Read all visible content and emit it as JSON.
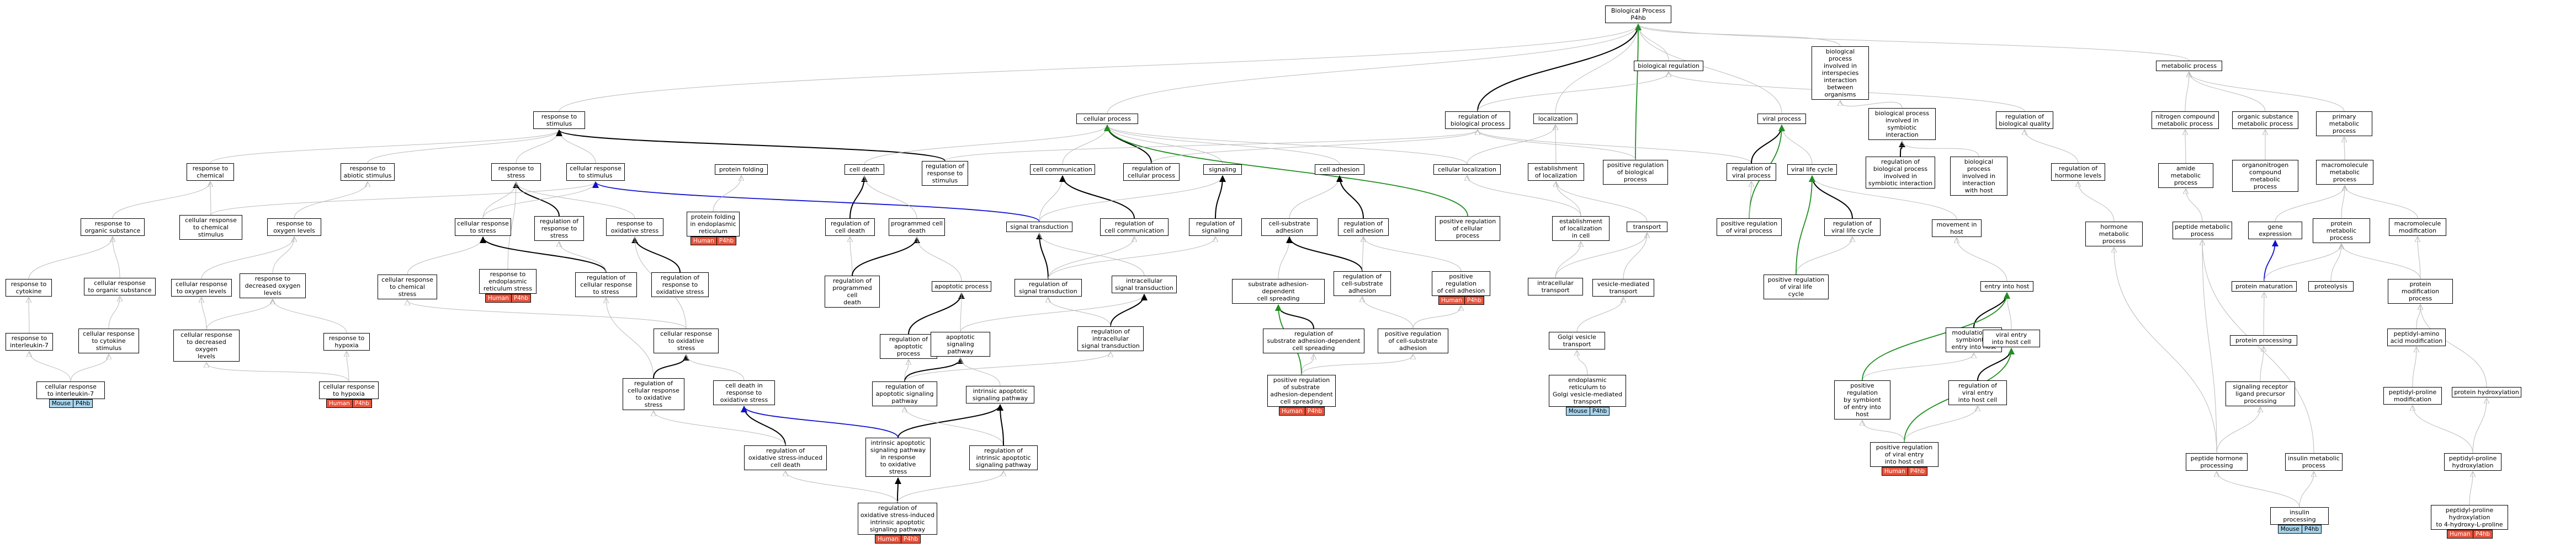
{
  "diagram": {
    "nodes": [
      {
        "id": "bp",
        "label": "Biological Process\nP4hb"
      },
      {
        "id": "biolreg",
        "label": "biological regulation"
      },
      {
        "id": "interspecies",
        "label": "biological process\ninvolved in\ninterspecies\ninteraction\nbetween organisms"
      },
      {
        "id": "metabolic",
        "label": "metabolic process"
      },
      {
        "id": "resp_stim",
        "label": "response to\nstimulus"
      },
      {
        "id": "cell_proc",
        "label": "cellular process"
      },
      {
        "id": "reg_bp",
        "label": "regulation of\nbiological process"
      },
      {
        "id": "localization",
        "label": "localization"
      },
      {
        "id": "viral_process",
        "label": "viral process"
      },
      {
        "id": "symbiotic",
        "label": "biological process\ninvolved in\nsymbiotic interaction"
      },
      {
        "id": "reg_biol_quality",
        "label": "regulation of\nbiological quality"
      },
      {
        "id": "nitrogen",
        "label": "nitrogen compound\nmetabolic process"
      },
      {
        "id": "organic_subst_met",
        "label": "organic substance\nmetabolic process"
      },
      {
        "id": "primary_met",
        "label": "primary metabolic\nprocess"
      },
      {
        "id": "resp_chem",
        "label": "response to\nchemical"
      },
      {
        "id": "resp_abiotic",
        "label": "response to\nabiotic stimulus"
      },
      {
        "id": "resp_stress",
        "label": "response to\nstress"
      },
      {
        "id": "cell_resp_stim",
        "label": "cellular response\nto stimulus"
      },
      {
        "id": "protein_folding",
        "label": "protein folding"
      },
      {
        "id": "cell_death",
        "label": "cell death"
      },
      {
        "id": "reg_resp_stim",
        "label": "regulation of\nresponse to\nstimulus"
      },
      {
        "id": "cell_comm",
        "label": "cell communication"
      },
      {
        "id": "reg_cell_proc",
        "label": "regulation of\ncellular process"
      },
      {
        "id": "signaling",
        "label": "signaling"
      },
      {
        "id": "cell_adhesion",
        "label": "cell adhesion"
      },
      {
        "id": "cell_localization",
        "label": "cellular localization"
      },
      {
        "id": "estab_local",
        "label": "establishment\nof localization"
      },
      {
        "id": "pos_reg_bp",
        "label": "positive regulation\nof biological\nprocess"
      },
      {
        "id": "reg_viral",
        "label": "regulation of\nviral process"
      },
      {
        "id": "viral_life",
        "label": "viral life cycle"
      },
      {
        "id": "reg_bp_symb",
        "label": "regulation of\nbiological process\ninvolved in\nsymbiotic interaction"
      },
      {
        "id": "bp_host",
        "label": "biological process\ninvolved in\ninteraction\nwith host"
      },
      {
        "id": "reg_hormone",
        "label": "regulation of\nhormone levels"
      },
      {
        "id": "amide_met",
        "label": "amide metabolic\nprocess"
      },
      {
        "id": "organonitrogen",
        "label": "organonitrogen\ncompound metabolic\nprocess"
      },
      {
        "id": "macromol_met",
        "label": "macromolecule\nmetabolic\nprocess"
      },
      {
        "id": "resp_organic",
        "label": "response to\norganic substance"
      },
      {
        "id": "cell_resp_chem",
        "label": "cellular response\nto chemical\nstimulus"
      },
      {
        "id": "resp_oxygen",
        "label": "response to\noxygen levels"
      },
      {
        "id": "cell_resp_stress",
        "label": "cellular response\nto stress"
      },
      {
        "id": "reg_resp_stress",
        "label": "regulation of\nresponse to\nstress"
      },
      {
        "id": "resp_oxstress",
        "label": "response to\noxidative stress"
      },
      {
        "id": "pf_er",
        "label": "protein folding\nin endoplasmic\nreticulum",
        "tags": [
          "Human",
          "P4hb"
        ]
      },
      {
        "id": "reg_cell_death",
        "label": "regulation of\ncell death"
      },
      {
        "id": "pcd",
        "label": "programmed cell\ndeath"
      },
      {
        "id": "sig_trans",
        "label": "signal transduction"
      },
      {
        "id": "reg_cell_comm",
        "label": "regulation of\ncell communication"
      },
      {
        "id": "reg_signaling",
        "label": "regulation of\nsignaling"
      },
      {
        "id": "cell_subst_adh",
        "label": "cell-substrate\nadhesion"
      },
      {
        "id": "reg_cell_adh",
        "label": "regulation of\ncell adhesion"
      },
      {
        "id": "pos_reg_cell_proc",
        "label": "positive regulation\nof cellular\nprocess"
      },
      {
        "id": "estab_cell",
        "label": "establishment\nof localization\nin cell"
      },
      {
        "id": "transport",
        "label": "transport"
      },
      {
        "id": "pos_reg_viral",
        "label": "positive regulation\nof viral process"
      },
      {
        "id": "reg_viral_life",
        "label": "regulation of\nviral life cycle"
      },
      {
        "id": "movement_host",
        "label": "movement in\nhost"
      },
      {
        "id": "hormone_met",
        "label": "hormone metabolic\nprocess"
      },
      {
        "id": "peptide_met",
        "label": "peptide metabolic\nprocess"
      },
      {
        "id": "gene_expr",
        "label": "gene expression"
      },
      {
        "id": "protein_met",
        "label": "protein metabolic\nprocess"
      },
      {
        "id": "macromol_mod",
        "label": "macromolecule\nmodification"
      },
      {
        "id": "resp_cytokine",
        "label": "response to\ncytokine"
      },
      {
        "id": "cell_resp_organic",
        "label": "cellular response\nto organic substance"
      },
      {
        "id": "cell_resp_oxygen",
        "label": "cellular response\nto oxygen levels"
      },
      {
        "id": "resp_dec_oxygen",
        "label": "response to\ndecreased oxygen\nlevels"
      },
      {
        "id": "cell_resp_chem_stress",
        "label": "cellular response\nto chemical\nstress"
      },
      {
        "id": "resp_er_stress",
        "label": "response to\nendoplasmic\nreticulum stress",
        "tags": [
          "Human",
          "P4hb"
        ]
      },
      {
        "id": "reg_cell_resp_stress",
        "label": "regulation of\ncellular response\nto stress"
      },
      {
        "id": "reg_resp_oxstress",
        "label": "regulation of\nresponse to\noxidative stress"
      },
      {
        "id": "reg_pcd",
        "label": "regulation of\nprogrammed cell\ndeath"
      },
      {
        "id": "reg_sig_trans",
        "label": "regulation of\nsignal transduction"
      },
      {
        "id": "intracell_sig",
        "label": "intracellular\nsignal transduction"
      },
      {
        "id": "subst_adh_spread",
        "label": "substrate adhesion-dependent\ncell spreading"
      },
      {
        "id": "reg_cell_subst_adh",
        "label": "regulation of\ncell-substrate\nadhesion"
      },
      {
        "id": "pos_reg_cell_adh",
        "label": "positive regulation\nof cell adhesion",
        "tags": [
          "Human",
          "P4hb"
        ]
      },
      {
        "id": "intracell_transport",
        "label": "intracellular\ntransport"
      },
      {
        "id": "vesicle_transport",
        "label": "vesicle-mediated\ntransport"
      },
      {
        "id": "pos_reg_viral_life",
        "label": "positive regulation\nof viral life\ncycle"
      },
      {
        "id": "entry_host",
        "label": "entry into host"
      },
      {
        "id": "protein_maturation",
        "label": "protein maturation"
      },
      {
        "id": "proteolysis",
        "label": "proteolysis"
      },
      {
        "id": "protein_mod",
        "label": "protein modification\nprocess"
      },
      {
        "id": "resp_il7",
        "label": "response to\ninterleukin-7"
      },
      {
        "id": "cell_resp_cytokine",
        "label": "cellular response\nto cytokine\nstimulus"
      },
      {
        "id": "cell_resp_dec_oxygen",
        "label": "cellular response\nto decreased oxygen\nlevels"
      },
      {
        "id": "resp_hypoxia",
        "label": "response to\nhypoxia"
      },
      {
        "id": "cell_resp_oxstress",
        "label": "cellular response\nto oxidative\nstress"
      },
      {
        "id": "apoptotic",
        "label": "apoptotic process"
      },
      {
        "id": "reg_apoptotic",
        "label": "regulation of\napoptotic process"
      },
      {
        "id": "apop_sig",
        "label": "apoptotic signaling\npathway"
      },
      {
        "id": "reg_intracell_sig",
        "label": "regulation of\nintracellular\nsignal transduction"
      },
      {
        "id": "reg_subst_spread",
        "label": "regulation of\nsubstrate adhesion-dependent\ncell spreading"
      },
      {
        "id": "pos_reg_cell_subst",
        "label": "positive regulation\nof cell-substrate\nadhesion"
      },
      {
        "id": "golgi_transport",
        "label": "Golgi vesicle\ntransport"
      },
      {
        "id": "modulation_symb",
        "label": "modulation by\nsymbiont of\nentry into host"
      },
      {
        "id": "viral_entry_host_cell",
        "label": "viral entry\ninto host cell"
      },
      {
        "id": "protein_processing",
        "label": "protein processing"
      },
      {
        "id": "peptidyl_aa_mod",
        "label": "peptidyl-amino\nacid modification"
      },
      {
        "id": "cell_resp_il7",
        "label": "cellular response\nto interleukin-7",
        "tags": [
          "Mouse",
          "P4hb"
        ]
      },
      {
        "id": "cell_resp_hypoxia",
        "label": "cellular response\nto hypoxia",
        "tags": [
          "Human",
          "P4hb"
        ]
      },
      {
        "id": "reg_cell_resp_oxstress",
        "label": "regulation of\ncellular response\nto oxidative\nstress"
      },
      {
        "id": "cell_death_oxstress",
        "label": "cell death in\nresponse to\noxidative stress"
      },
      {
        "id": "reg_apop_sig",
        "label": "regulation of\napoptotic signaling\npathway"
      },
      {
        "id": "intrinsic_apop",
        "label": "intrinsic apoptotic\nsignaling pathway"
      },
      {
        "id": "pos_reg_subst_spread",
        "label": "positive regulation\nof substrate\nadhesion-dependent\ncell spreading",
        "tags": [
          "Human",
          "P4hb"
        ]
      },
      {
        "id": "er_golgi",
        "label": "endoplasmic\nreticulum to\nGolgi vesicle-mediated\ntransport",
        "tags": [
          "Mouse",
          "P4hb"
        ]
      },
      {
        "id": "pos_reg_symb_entry",
        "label": "positive regulation\nby symbiont\nof entry into\nhost"
      },
      {
        "id": "reg_viral_entry",
        "label": "regulation of\nviral entry\ninto host cell"
      },
      {
        "id": "signaling_receptor_ligand",
        "label": "signaling receptor\nligand precursor\nprocessing"
      },
      {
        "id": "peptidyl_proline_mod",
        "label": "peptidyl-proline\nmodification"
      },
      {
        "id": "protein_hydroxylation",
        "label": "protein hydroxylation"
      },
      {
        "id": "reg_ox_cell_death",
        "label": "regulation of\noxidative stress-induced\ncell death"
      },
      {
        "id": "intrinsic_apop_oxstress",
        "label": "intrinsic apoptotic\nsignaling pathway\nin response\nto oxidative\nstress"
      },
      {
        "id": "reg_intrinsic_apop",
        "label": "regulation of\nintrinsic apoptotic\nsignaling pathway"
      },
      {
        "id": "pos_reg_viral_entry",
        "label": "positive regulation\nof viral entry\ninto host cell",
        "tags": [
          "Human",
          "P4hb"
        ]
      },
      {
        "id": "peptide_hormone",
        "label": "peptide hormone\nprocessing"
      },
      {
        "id": "insulin_met",
        "label": "insulin metabolic\nprocess"
      },
      {
        "id": "peptidyl_proline_hydrox",
        "label": "peptidyl-proline\nhydroxylation"
      },
      {
        "id": "reg_ox_intrinsic",
        "label": "regulation of\noxidative stress-induced\nintrinsic apoptotic\nsignaling pathway",
        "tags": [
          "Human",
          "P4hb"
        ]
      },
      {
        "id": "insulin_processing",
        "label": "insulin processing",
        "tags": [
          "Mouse",
          "P4hb"
        ]
      },
      {
        "id": "peptidyl_proline_4hydrox",
        "label": "peptidyl-proline\nhydroxylation\nto 4-hydroxy-L-proline",
        "tags": [
          "Human",
          "P4hb"
        ]
      }
    ]
  }
}
